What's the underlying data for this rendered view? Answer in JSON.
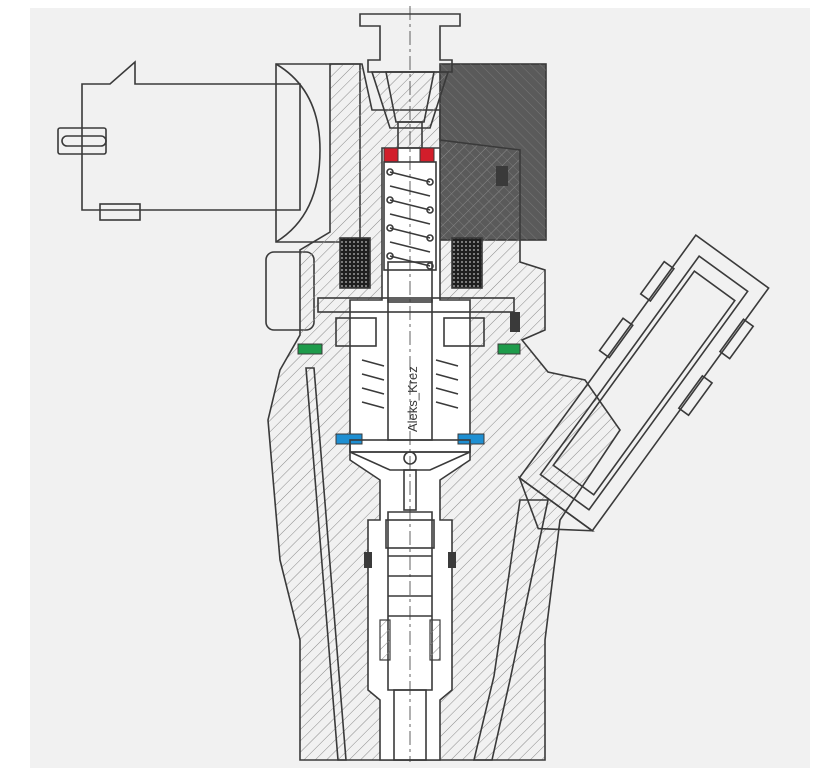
{
  "drawing": {
    "watermark": "Aleks_Krez",
    "colors": {
      "paper": "#ffffff",
      "frame": "#f1f1f1",
      "line": "#3a3a3a",
      "hatch": "#8a8a8a",
      "dark_fill": "#5a5a5a",
      "seal_red": "#d21e2b",
      "seal_green": "#1e9b4b",
      "seal_blue": "#1e8fd2"
    },
    "icons": [
      "electrical-connector",
      "solenoid-coil",
      "return-spring",
      "armature-valve",
      "fuel-inlet-fitting",
      "nozzle-needle"
    ]
  }
}
